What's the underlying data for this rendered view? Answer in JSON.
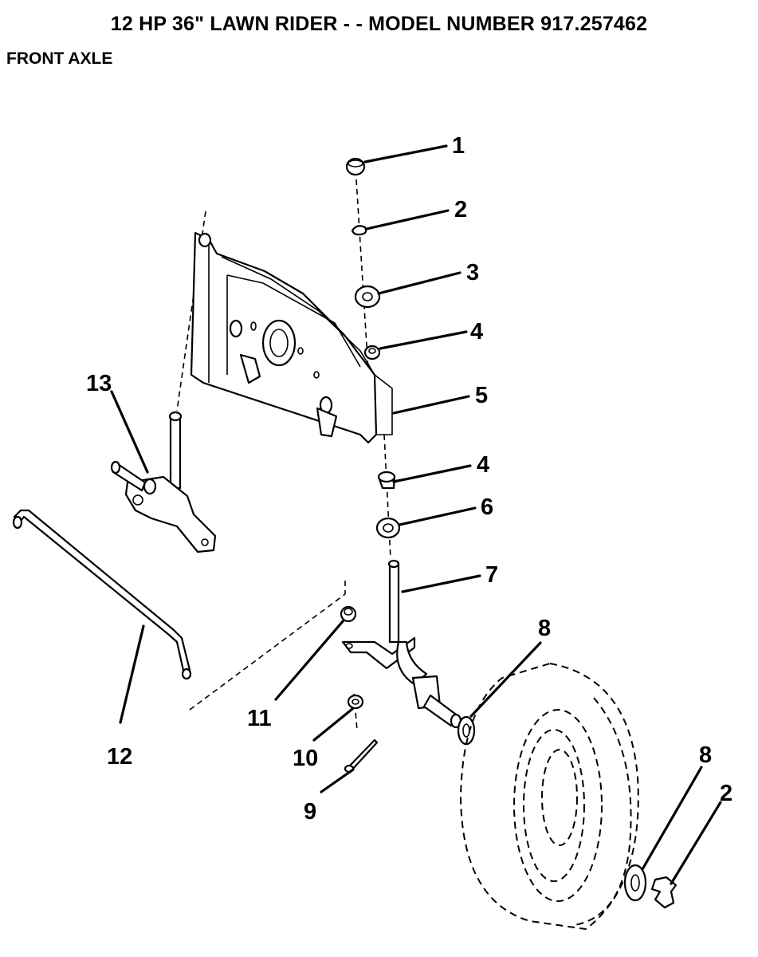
{
  "header": {
    "title": "12 HP 36\" LAWN RIDER - - MODEL NUMBER 917.257462",
    "section": "FRONT AXLE"
  },
  "callouts": [
    "1",
    "2",
    "3",
    "4",
    "5",
    "4",
    "6",
    "7",
    "8",
    "11",
    "10",
    "9",
    "12",
    "13",
    "8",
    "2"
  ]
}
